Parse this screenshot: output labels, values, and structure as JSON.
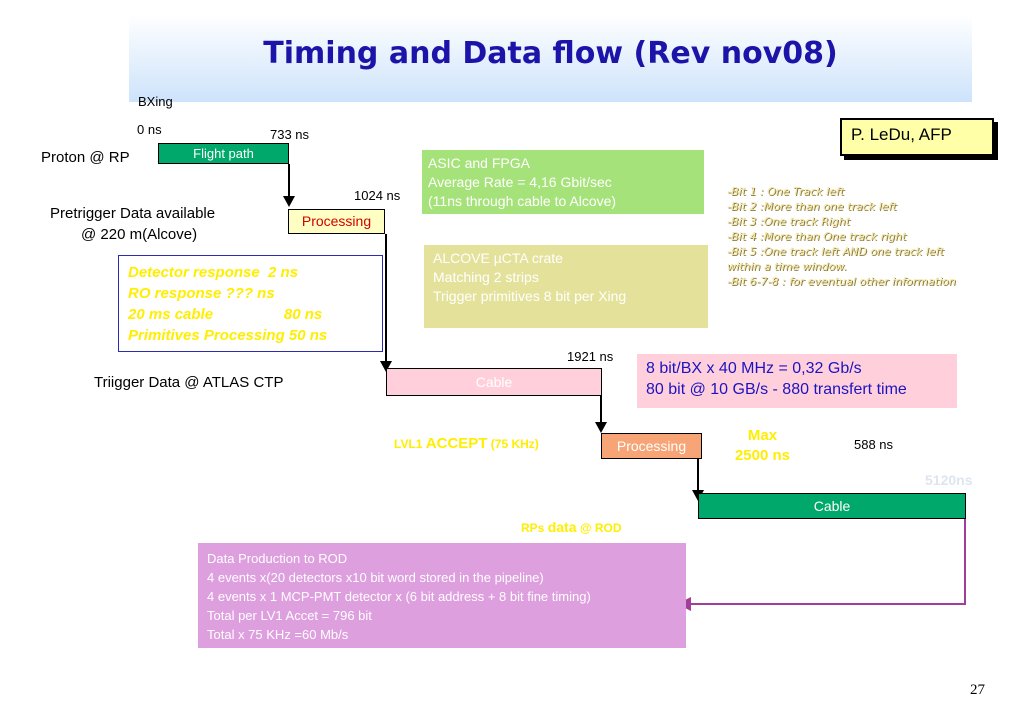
{
  "title": "Timing and Data flow (Rev nov08)",
  "bxing": "BXing",
  "author": "P. LeDu, AFP",
  "times": {
    "t0": "0 ns",
    "t733": "733 ns",
    "t1024": "1024 ns",
    "t1921": "1921 ns",
    "t588": "588 ns",
    "t5120": "5120ns"
  },
  "labels": {
    "proton": "Proton @ RP",
    "pretrigger_1": "Pretrigger Data available",
    "pretrigger_2": "@ 220 m(Alcove)",
    "trigger": "Triigger  Data @ ATLAS CTP",
    "lvl1_a": "LVL1 ",
    "lvl1_b": "ACCEPT",
    "lvl1_c": " (75 KHz)",
    "max_1": "Max",
    "max_2": "2500 ns",
    "rps_a": "RPs ",
    "rps_b": "data",
    "rps_c": " @ ROD"
  },
  "blocks": {
    "flight_path": "Flight path",
    "processing_1": "Processing",
    "cable_1": "Cable",
    "processing_2": "Processing",
    "cable_2": "Cable"
  },
  "asic": [
    "ASIC and FPGA",
    "Average Rate = 4,16 Gbit/sec",
    "(11ns through cable to Alcove)"
  ],
  "alcove": [
    "ALCOVE µCTA crate",
    "Matching 2 strips",
    "Trigger primitives 8 bit per Xing"
  ],
  "detector": [
    "Detector response  2 ns",
    "RO response ??? ns",
    "20 ms cable                 80 ns",
    "Primitives Processing 50 ns"
  ],
  "bits": [
    "-Bit 1 : One Track left",
    "-Bit 2 :More than one track left",
    "-Bit 3 :One track Right",
    "-Bit 4 :More than One track right",
    "-Bit 5 :One track left AND one track left",
    "within a time window.",
    "-Bit 6-7-8 : for eventual other information"
  ],
  "bandwidth": [
    "8 bit/BX x 40 MHz = 0,32 Gb/s",
    "80 bit @ 10 GB/s - 880 transfert time"
  ],
  "production": [
    "Data Production to ROD",
    "4 events x(20 detectors x10 bit word stored in the pipeline)",
    "4 events x 1 MCP-PMT detector x (6 bit address + 8 bit fine timing)",
    "Total per LV1 Accet = 796 bit",
    "Total x 75 KHz =60 Mb/s"
  ],
  "page_number": "27",
  "colors": {
    "title": "#1c14a8",
    "green_block": "#00a86b",
    "asic_bg": "#a6e27a",
    "alcove_bg": "#e4e29a",
    "yellow_text": "#ffee00",
    "pink": "#ffd0dc",
    "orange": "#f7a477",
    "purple_bg": "#de9fde",
    "purple_line": "#a23d9a"
  }
}
